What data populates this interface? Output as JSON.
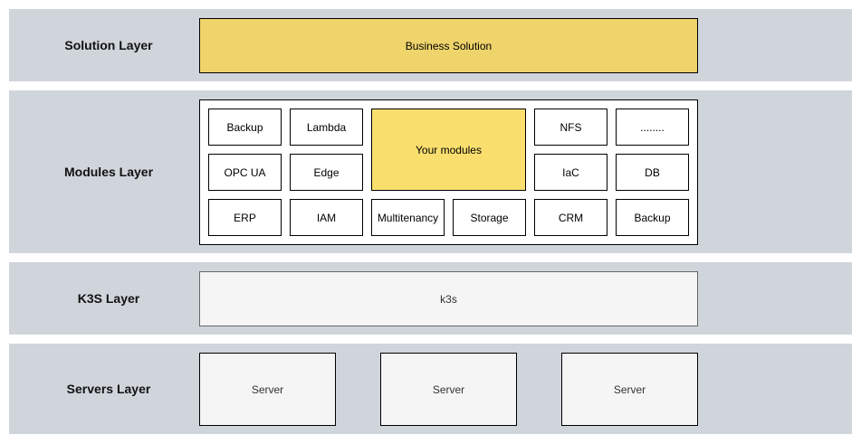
{
  "layers": {
    "solution": {
      "label": "Solution Layer"
    },
    "modules": {
      "label": "Modules Layer"
    },
    "k3s": {
      "label": "K3S Layer"
    },
    "servers": {
      "label": "Servers Layer"
    }
  },
  "solution": {
    "business": "Business Solution"
  },
  "modules": {
    "backup_1": "Backup",
    "lambda": "Lambda",
    "your_modules": "Your modules",
    "nfs": "NFS",
    "ellipsis": "........",
    "opc_ua": "OPC UA",
    "edge": "Edge",
    "iac": "IaC",
    "db": "DB",
    "erp": "ERP",
    "iam": "IAM",
    "multitenancy": "Multitenancy",
    "storage": "Storage",
    "crm": "CRM",
    "backup_2": "Backup"
  },
  "k3s": {
    "label": "k3s"
  },
  "servers": [
    "Server",
    "Server",
    "Server"
  ],
  "colors": {
    "band": "#d0d5dc",
    "business_solution": "#efd46b",
    "your_modules": "#fadf6f",
    "light_box": "#f5f5f5"
  }
}
